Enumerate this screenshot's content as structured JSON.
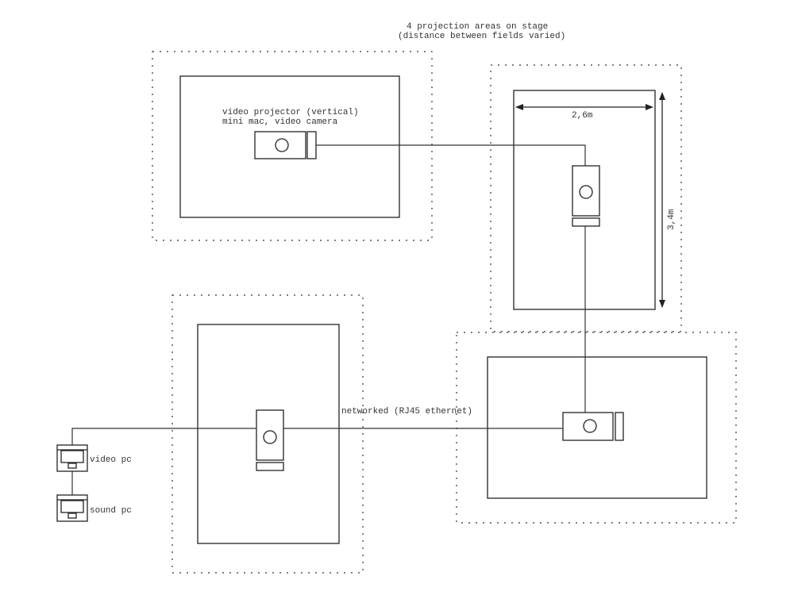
{
  "title": {
    "line1": "4 projection areas on stage",
    "line2": "(distance between fields varied)"
  },
  "projector_note": {
    "line1": "video projector (vertical)",
    "line2": "mini mac, video camera"
  },
  "dimensions": {
    "width_label": "2,6m",
    "height_label": "3,4m"
  },
  "network_label": "networked (RJ45 ethernet)",
  "computers": [
    {
      "label": "video pc",
      "icon": "computer-icon"
    },
    {
      "label": "sound pc",
      "icon": "computer-icon"
    }
  ],
  "projection_areas": [
    {
      "name": "area-top-left",
      "orientation": "horizontal",
      "projector_icon": "projector-icon"
    },
    {
      "name": "area-top-right",
      "orientation": "vertical",
      "projector_icon": "projector-icon"
    },
    {
      "name": "area-bottom-left",
      "orientation": "vertical",
      "projector_icon": "projector-icon"
    },
    {
      "name": "area-bottom-right",
      "orientation": "horizontal",
      "projector_icon": "projector-icon"
    }
  ],
  "colors": {
    "line": "#222222",
    "text": "#333333",
    "background": "#ffffff"
  }
}
